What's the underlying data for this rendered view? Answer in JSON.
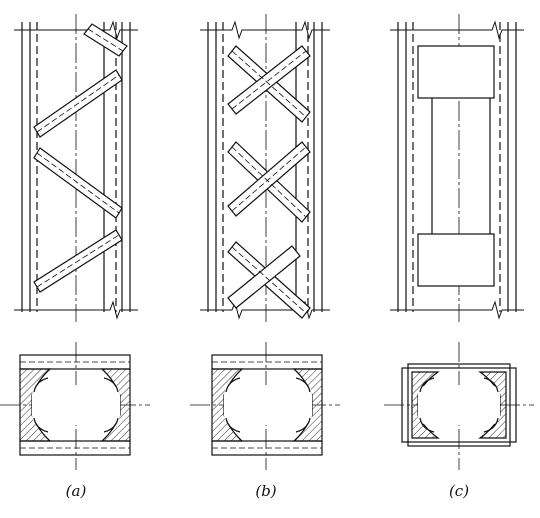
{
  "figure": {
    "stroke_color": "#111111",
    "hatch_color": "#333333",
    "background": "#ffffff"
  },
  "panels": [
    {
      "id": "a",
      "caption": "(a)",
      "lacing": "single-diagonal"
    },
    {
      "id": "b",
      "caption": "(b)",
      "lacing": "cross-diagonal"
    },
    {
      "id": "c",
      "caption": "(c)",
      "lacing": "batten-plates"
    }
  ]
}
